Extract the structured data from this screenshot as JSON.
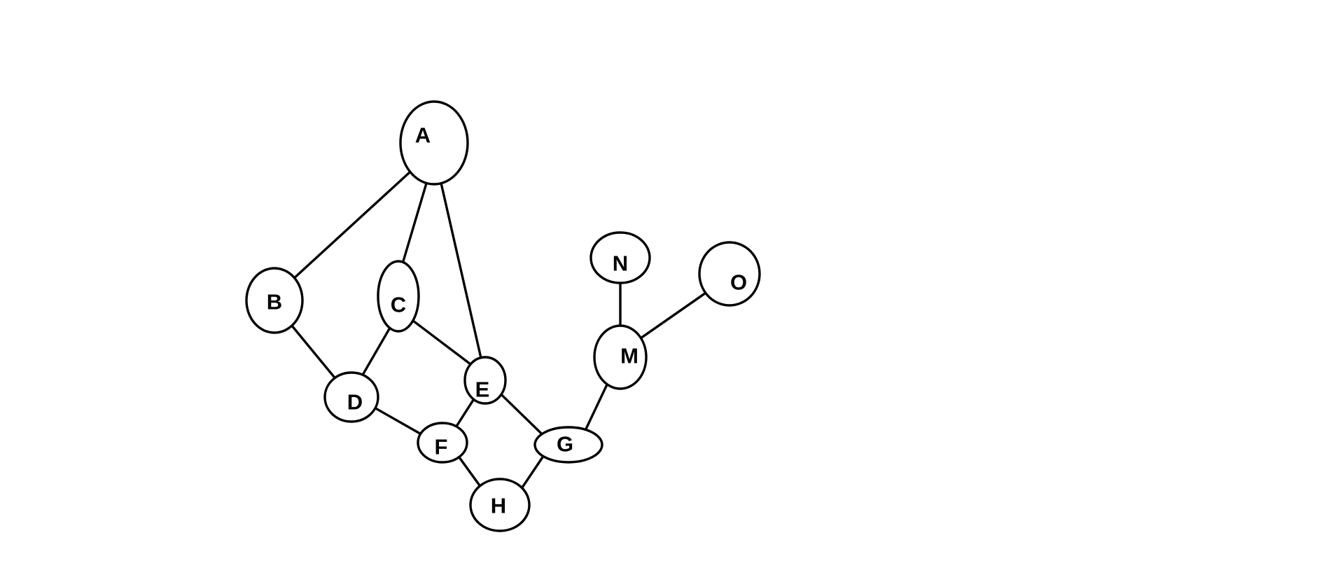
{
  "diagram": {
    "type": "undirected-graph",
    "nodes": [
      {
        "id": "A",
        "label": "A"
      },
      {
        "id": "B",
        "label": "B"
      },
      {
        "id": "C",
        "label": "C"
      },
      {
        "id": "D",
        "label": "D"
      },
      {
        "id": "E",
        "label": "E"
      },
      {
        "id": "F",
        "label": "F"
      },
      {
        "id": "G",
        "label": "G"
      },
      {
        "id": "H",
        "label": "H"
      },
      {
        "id": "M",
        "label": "M"
      },
      {
        "id": "N",
        "label": "N"
      },
      {
        "id": "O",
        "label": "O"
      }
    ],
    "edges": [
      {
        "from": "A",
        "to": "B"
      },
      {
        "from": "A",
        "to": "C"
      },
      {
        "from": "A",
        "to": "E"
      },
      {
        "from": "B",
        "to": "D"
      },
      {
        "from": "C",
        "to": "D"
      },
      {
        "from": "C",
        "to": "E"
      },
      {
        "from": "D",
        "to": "F"
      },
      {
        "from": "E",
        "to": "F"
      },
      {
        "from": "E",
        "to": "G"
      },
      {
        "from": "F",
        "to": "H"
      },
      {
        "from": "G",
        "to": "H"
      },
      {
        "from": "G",
        "to": "M"
      },
      {
        "from": "M",
        "to": "N"
      },
      {
        "from": "M",
        "to": "O"
      }
    ],
    "colors": {
      "stroke": "#000000",
      "node_fill": "#ffffff",
      "background": "#ffffff"
    }
  }
}
